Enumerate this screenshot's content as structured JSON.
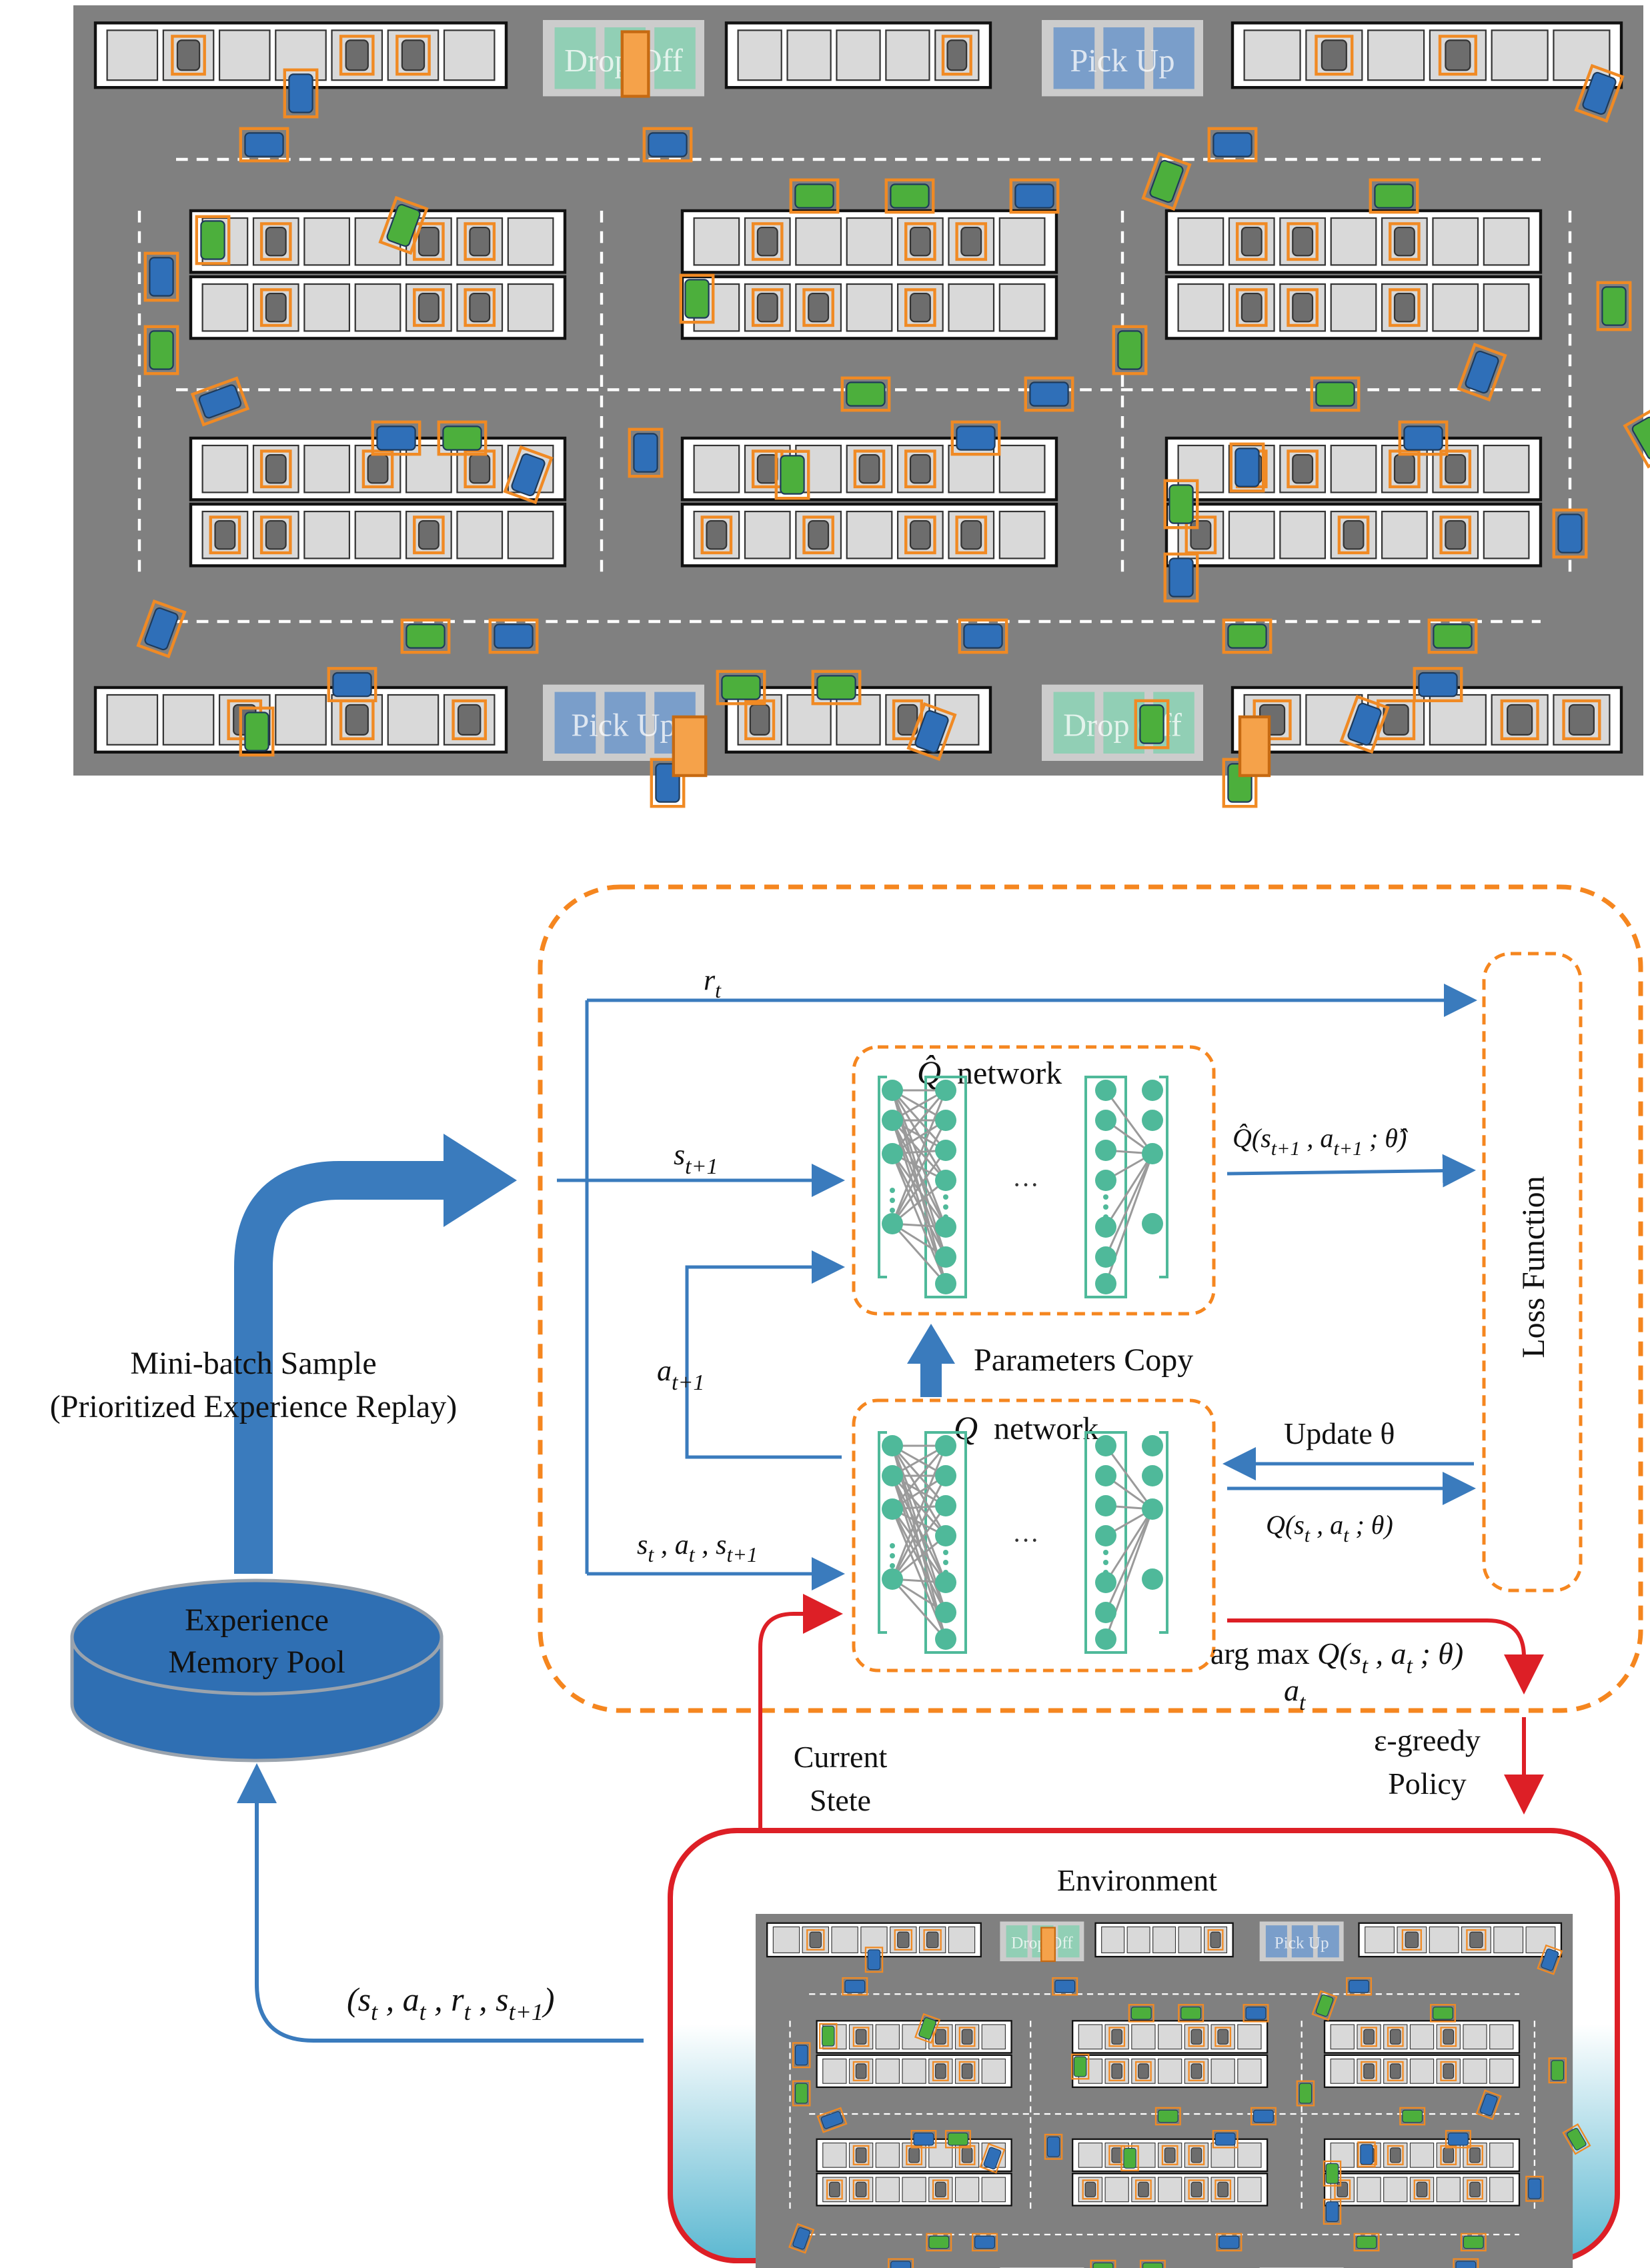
{
  "map": {
    "drop_off_label": "Drop Off",
    "pick_up_label": "Pick Up",
    "colors": {
      "asphalt": "#808080",
      "lot_border": "#111111",
      "slot": "#d9d9d9",
      "drop_off_zone": "#86cfb0",
      "pick_up_zone": "#6b95c9",
      "agv_outline": "#f08a24",
      "car_gray": "#6d6d6d",
      "agv_blue": "#2f6fb8",
      "agv_green": "#4caf3c"
    }
  },
  "diagram": {
    "reward_label": "r",
    "reward_sub": "t",
    "next_state_label": "s",
    "next_state_sub": "t+1",
    "next_action_label": "a",
    "next_action_sub": "t+1",
    "transition_input": {
      "s": "s",
      "s_sub": "t",
      "sep1": " , ",
      "a": "a",
      "a_sub": "t",
      "sep2": " , ",
      "s2": "s",
      "s2_sub": "t+1"
    },
    "target_network_title": "Q̂  network",
    "target_network_symbol": "Q̂",
    "target_network_word": "network",
    "online_network_symbol": "Q",
    "online_network_word": "network",
    "target_output": "Q̂(s",
    "target_output_sub1": "t+1",
    "target_output_mid": " , a",
    "target_output_sub2": "t+1",
    "target_output_end": " ; θ̂)",
    "online_output": "Q(s",
    "online_output_sub1": "t",
    "online_output_mid": " , a",
    "online_output_sub2": "t",
    "online_output_end": " ; θ)",
    "parameters_copy": "Parameters Copy",
    "update_theta": "Update  θ",
    "loss_function": "Loss Function",
    "argmax_prefix": "arg max ",
    "argmax_q": "Q(s",
    "argmax_sub1": "t",
    "argmax_mid": " , a",
    "argmax_sub2": "t",
    "argmax_end": " ; θ)",
    "argmax_action": "a",
    "argmax_action_sub": "t",
    "epsilon_line1": "ε-greedy",
    "epsilon_line2": "Policy",
    "current_state_line1": "Current",
    "current_state_line2": "Stete",
    "minibatch_line1": "Mini-batch Sample",
    "minibatch_line2": "(Prioritized Experience Replay)",
    "memory_line1": "Experience",
    "memory_line2": "Memory Pool",
    "environment_label": "Environment",
    "experience_tuple": {
      "open": "(s",
      "s_sub": "t",
      "a": " , a",
      "a_sub": "t",
      "r": " , r",
      "r_sub": "t",
      "s2": " , s",
      "s2_sub": "t+1",
      "close": ")"
    },
    "ellipsis": "···",
    "colors": {
      "blue_arrow": "#3a7bbd",
      "orange_dash": "#f5861f",
      "red": "#dd1f26",
      "neuron": "#4fb99a",
      "memory_fill": "#2f6fb3",
      "env_gradient_top": "#ffffff",
      "env_gradient_bottom": "#5cb8d1"
    }
  }
}
